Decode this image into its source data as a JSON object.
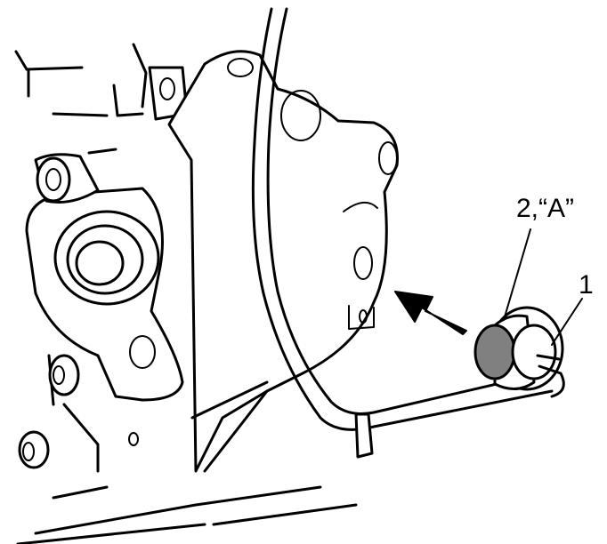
{
  "callouts": [
    {
      "id": "1",
      "text": "1"
    },
    {
      "id": "2",
      "text": "2,“A”"
    }
  ],
  "colors": {
    "line": "#000000",
    "background": "#ffffff",
    "seal_fill": "#808080"
  },
  "icons": [
    "direction-arrow-icon"
  ]
}
